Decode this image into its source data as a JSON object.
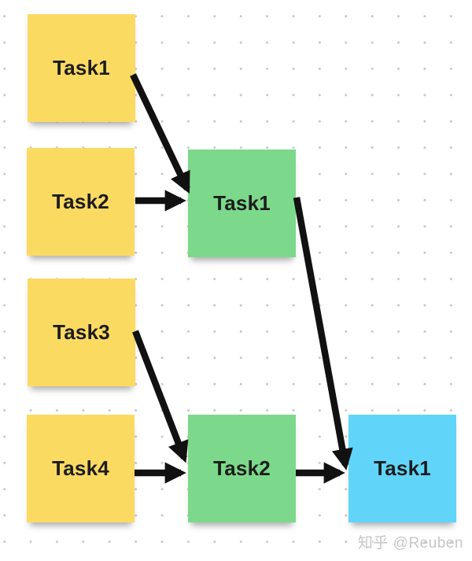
{
  "canvas": {
    "watermark": "知乎 @Reuben"
  },
  "colors": {
    "background": "#ffffff",
    "dot_grid": "#c7c7c7",
    "sticky_yellow": "#FBDA62",
    "sticky_green": "#7CD98B",
    "sticky_blue": "#60D5F9",
    "arrow": "#111111",
    "label_text": "#1c1c1c",
    "watermark_text": "#c6c6c6"
  },
  "nodes": [
    {
      "id": "yellow-1",
      "label": "Task1",
      "color": "yellow"
    },
    {
      "id": "yellow-2",
      "label": "Task2",
      "color": "yellow"
    },
    {
      "id": "yellow-3",
      "label": "Task3",
      "color": "yellow"
    },
    {
      "id": "yellow-4",
      "label": "Task4",
      "color": "yellow"
    },
    {
      "id": "green-1",
      "label": "Task1",
      "color": "green"
    },
    {
      "id": "green-2",
      "label": "Task2",
      "color": "green"
    },
    {
      "id": "blue-1",
      "label": "Task1",
      "color": "blue"
    }
  ],
  "edges": [
    {
      "from": "yellow-1",
      "to": "green-1"
    },
    {
      "from": "yellow-2",
      "to": "green-1"
    },
    {
      "from": "yellow-3",
      "to": "green-2"
    },
    {
      "from": "yellow-4",
      "to": "green-2"
    },
    {
      "from": "green-1",
      "to": "blue-1"
    },
    {
      "from": "green-2",
      "to": "blue-1"
    }
  ]
}
